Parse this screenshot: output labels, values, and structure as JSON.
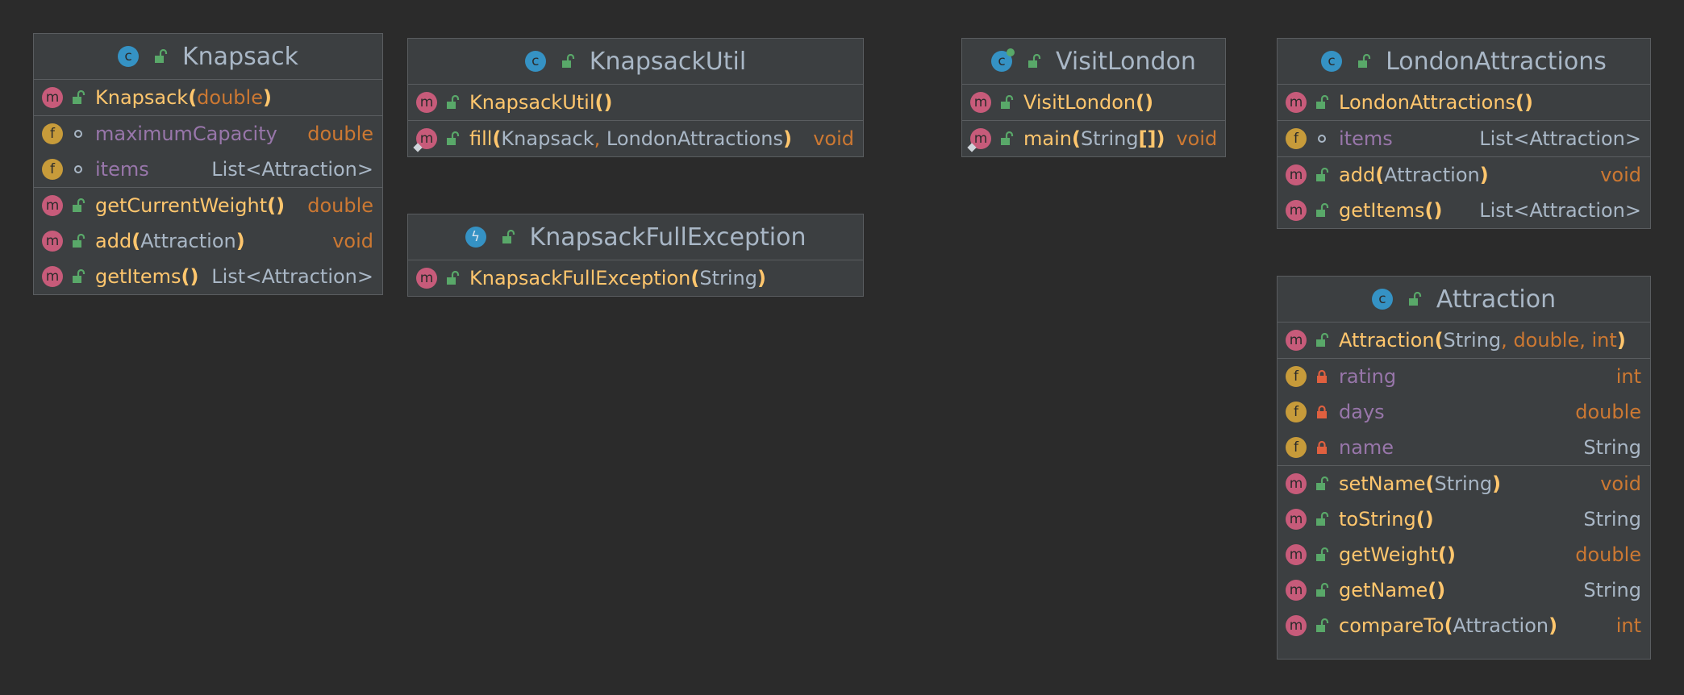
{
  "colors": {
    "background": "#2b2b2b",
    "class_fill": "#3c3f41",
    "border": "#5a5d60",
    "method_name": "#ffc66d",
    "field_name": "#9876aa",
    "primitive": "#cc7832",
    "type_text": "#a9b7c6",
    "class_badge": "#3592c4",
    "method_badge": "#c75b7a",
    "field_badge": "#c79b3a",
    "public_icon": "#59a869",
    "private_icon": "#e0603f"
  },
  "classes": {
    "knapsack": {
      "title": "Knapsack",
      "ctor_name": "Knapsack",
      "ctor_param": "double",
      "fields": [
        {
          "name": "maximumCapacity",
          "type": "double"
        },
        {
          "name": "items",
          "type": "List<Attraction>"
        }
      ],
      "methods": [
        {
          "name": "getCurrentWeight",
          "params": "",
          "ret": "double"
        },
        {
          "name": "add",
          "params": "Attraction",
          "ret": "void"
        },
        {
          "name": "getItems",
          "params": "",
          "ret": "List<Attraction>"
        }
      ]
    },
    "knapsack_util": {
      "title": "KnapsackUtil",
      "ctor_name": "KnapsackUtil",
      "fill_name": "fill",
      "fill_p1": "Knapsack",
      "fill_sep": ",",
      "fill_p2": "LondonAttractions",
      "fill_ret": "void"
    },
    "knapsack_full_exception": {
      "title": "KnapsackFullException",
      "ctor_name": "KnapsackFullException",
      "ctor_param": "String"
    },
    "visit_london": {
      "title": "VisitLondon",
      "ctor_name": "VisitLondon",
      "main_name": "main",
      "main_param": "String",
      "main_brackets": "[]",
      "main_ret": "void"
    },
    "london_attractions": {
      "title": "LondonAttractions",
      "ctor_name": "LondonAttractions",
      "field_name": "items",
      "field_type": "List<Attraction>",
      "add_name": "add",
      "add_param": "Attraction",
      "add_ret": "void",
      "get_name": "getItems",
      "get_ret": "List<Attraction>"
    },
    "attraction": {
      "title": "Attraction",
      "ctor_name": "Attraction",
      "ctor_p1": "String",
      "ctor_p2": "double",
      "ctor_p3": "int",
      "sep": ",",
      "fields": [
        {
          "name": "rating",
          "type": "int"
        },
        {
          "name": "days",
          "type": "double"
        },
        {
          "name": "name",
          "type": "String"
        }
      ],
      "methods": [
        {
          "name": "setName",
          "params": "String",
          "ret": "void"
        },
        {
          "name": "toString",
          "params": "",
          "ret": "String"
        },
        {
          "name": "getWeight",
          "params": "",
          "ret": "double"
        },
        {
          "name": "getName",
          "params": "",
          "ret": "String"
        },
        {
          "name": "compareTo",
          "params": "Attraction",
          "ret": "int"
        }
      ]
    }
  },
  "badges": {
    "class": "c",
    "method": "m",
    "field": "f"
  }
}
